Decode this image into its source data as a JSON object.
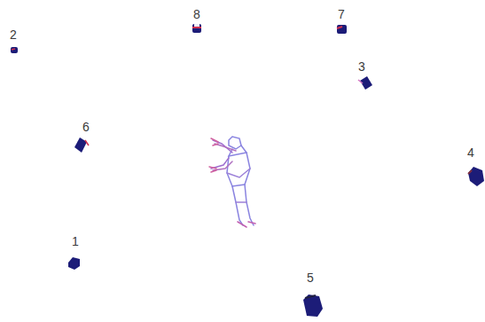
{
  "diagram": {
    "labels": [
      "8",
      "7",
      "2",
      "3",
      "6",
      "4",
      "1",
      "5"
    ]
  }
}
